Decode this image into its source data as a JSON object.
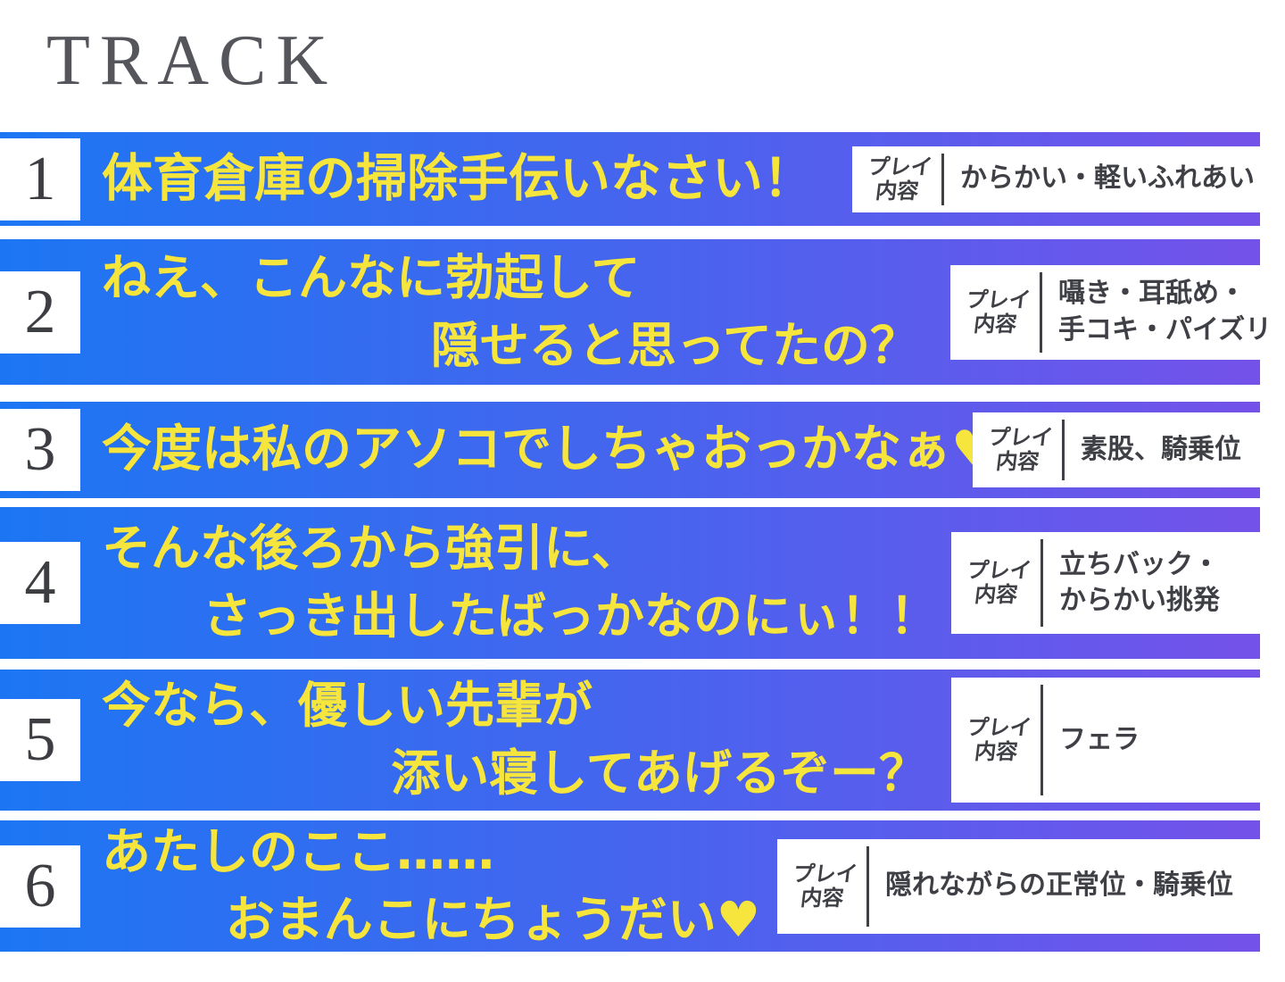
{
  "header": {
    "title": "TRACK"
  },
  "colors": {
    "gradient_left": "#1c76f3",
    "gradient_right": "#7452ea",
    "title_yellow": "#f6e53d",
    "number_gray": "#3d3e42",
    "content_gray": "#3f4045",
    "header_gray": "#55565c",
    "background": "#ffffff"
  },
  "play_label": {
    "line1": "プレイ",
    "line2": "内容"
  },
  "tracks": [
    {
      "number": "1",
      "title_lines": [
        "体育倉庫の掃除手伝いなさい！"
      ],
      "play_content_lines": [
        "からかい・軽いふれあい"
      ]
    },
    {
      "number": "2",
      "title_lines": [
        "ねえ、こんなに勃起して",
        "隠せると思ってたの？"
      ],
      "play_content_lines": [
        "囁き・耳舐め・",
        "手コキ・パイズリ"
      ]
    },
    {
      "number": "3",
      "title_lines": [
        "今度は私のアソコでしちゃおっかなぁ♥"
      ],
      "play_content_lines": [
        "素股、騎乗位"
      ]
    },
    {
      "number": "4",
      "title_lines": [
        "そんな後ろから強引に、",
        "さっき出したばっかなのにぃ！！"
      ],
      "play_content_lines": [
        "立ちバック・",
        "からかい挑発"
      ]
    },
    {
      "number": "5",
      "title_lines": [
        "今なら、優しい先輩が",
        "添い寝してあげるぞー？"
      ],
      "play_content_lines": [
        "フェラ"
      ]
    },
    {
      "number": "6",
      "title_lines": [
        "あたしのここ……",
        "おまんこにちょうだい♥"
      ],
      "play_content_lines": [
        "隠れながらの正常位・騎乗位"
      ]
    }
  ]
}
